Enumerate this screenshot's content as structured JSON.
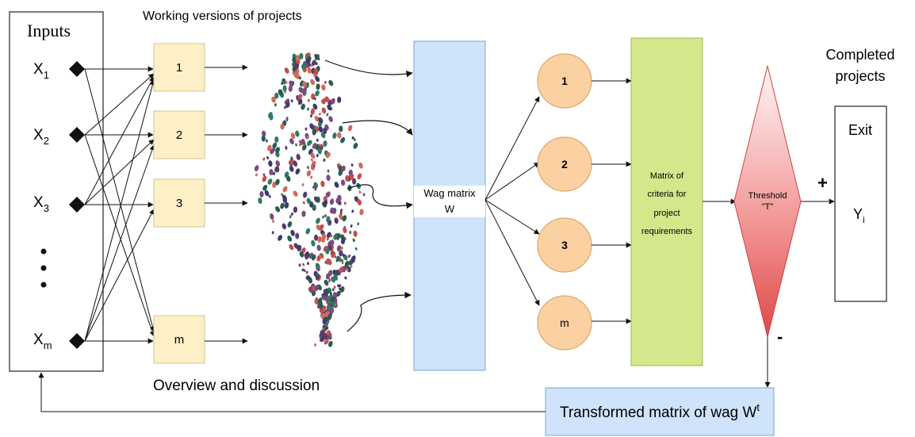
{
  "inputs": {
    "title": "Inputs",
    "items": [
      {
        "base": "X",
        "sub": "1"
      },
      {
        "base": "X",
        "sub": "2"
      },
      {
        "base": "X",
        "sub": "3"
      },
      {
        "base": "X",
        "sub": "m"
      }
    ]
  },
  "working": {
    "title": "Working versions of projects",
    "boxes": [
      "1",
      "2",
      "3",
      "m"
    ],
    "caption": "Overview and discussion"
  },
  "wag_matrix": {
    "line1": "Wag matrix",
    "line2": "W"
  },
  "circles": [
    "1",
    "2",
    "3",
    "m"
  ],
  "criteria": {
    "lines": [
      "Matrix of",
      "criteria for",
      "project",
      "requirements"
    ]
  },
  "threshold": {
    "line1": "Threshold",
    "line2": "\"T\""
  },
  "signs": {
    "plus": "+",
    "minus": "-"
  },
  "completed": {
    "line1": "Completed",
    "line2": "projects"
  },
  "exit": {
    "label": "Exit",
    "y_base": "Y",
    "y_sub": "i"
  },
  "feedback": {
    "text": "Transformed matrix of wag W",
    "sup": "t"
  },
  "colors": {
    "yellow_box": "#fdf0c6",
    "yellow_border": "#d6c58f",
    "blue": "#cfe3fb",
    "blue_border": "#7aa6d8",
    "orange": "#fbd1a2",
    "orange_border": "#d49a5a",
    "green": "#d4e88b",
    "green_border": "#9ab84c",
    "red_top": "#ffffff",
    "red_bottom": "#e45a5a"
  }
}
